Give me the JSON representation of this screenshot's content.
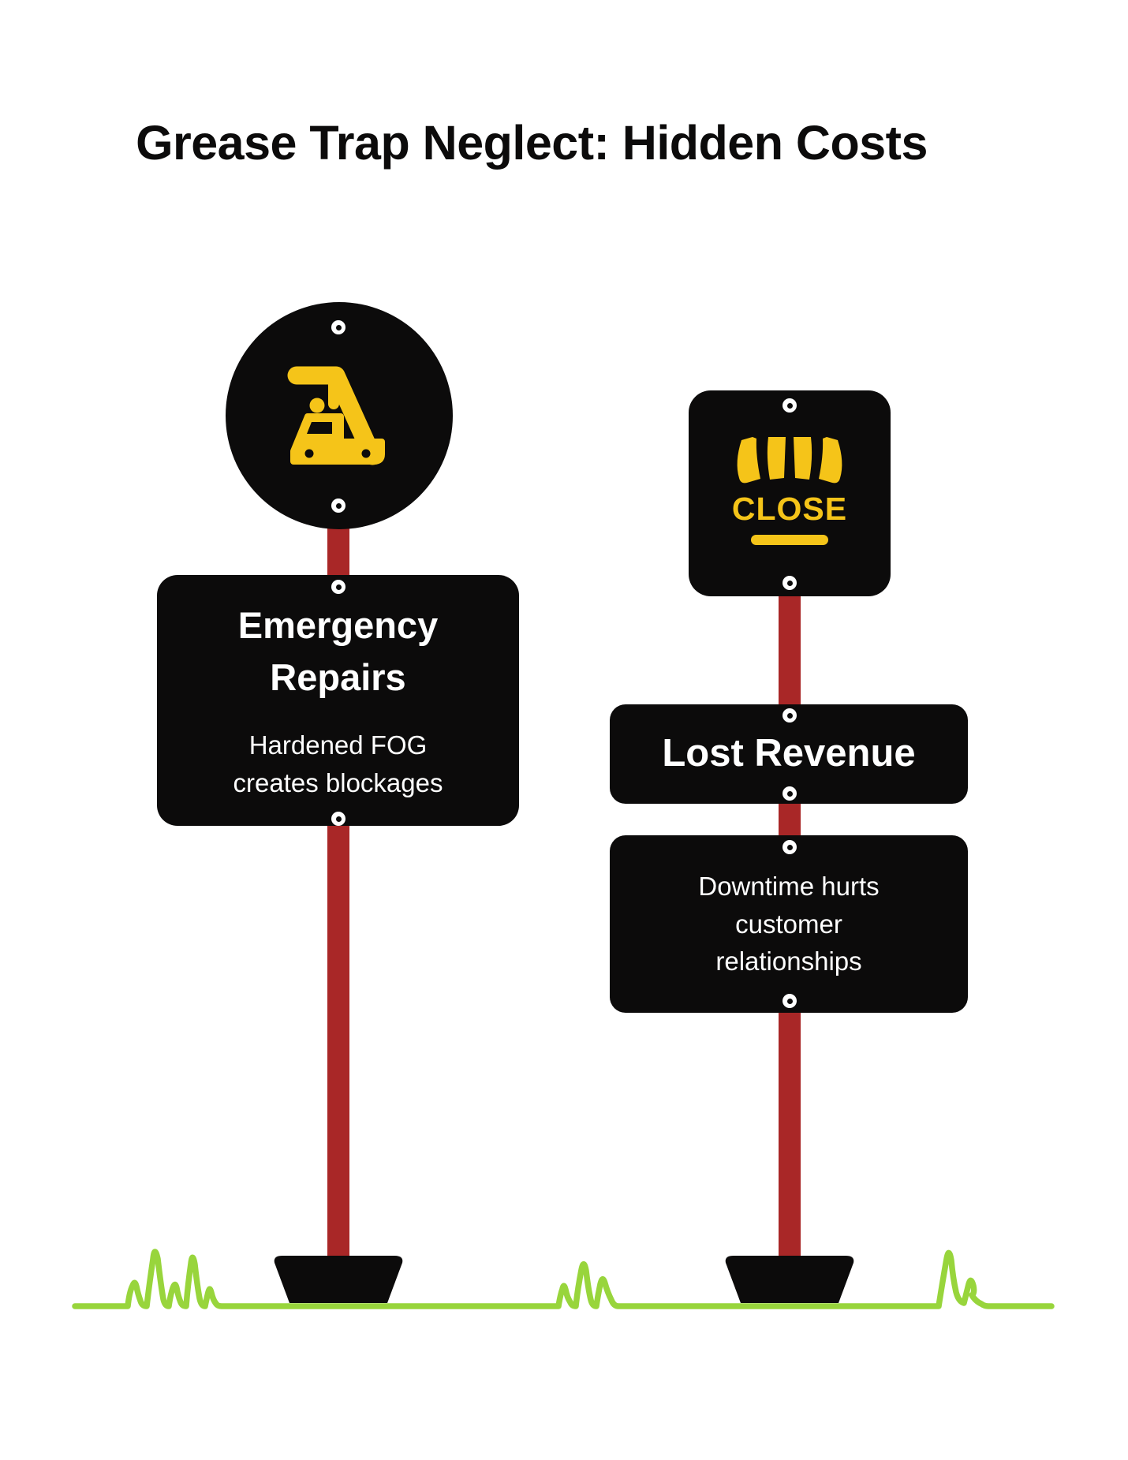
{
  "title": "Grease Trap Neglect: Hidden Costs",
  "colors": {
    "sign_black": "#0c0b0b",
    "pole_red": "#a92727",
    "icon_yellow": "#f5c419",
    "grass_green": "#98d53c",
    "text_white": "#ffffff",
    "screw_white": "#ffffff"
  },
  "signposts": [
    {
      "icon": "stairs-truck-icon",
      "heading": "Emergency Repairs",
      "description": "Hardened FOG creates blockages"
    },
    {
      "icon": "closed-store-icon",
      "icon_label": "CLOSE",
      "heading": "Lost Revenue",
      "description": "Downtime hurts customer relationships"
    }
  ]
}
